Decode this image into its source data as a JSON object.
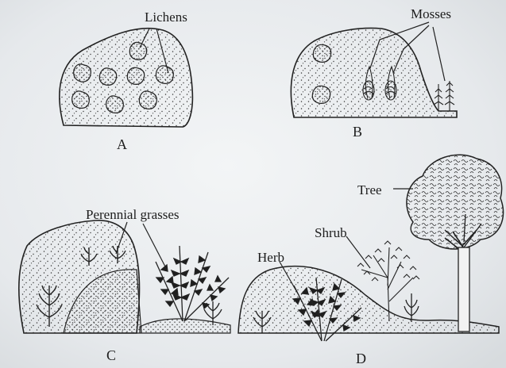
{
  "panels": {
    "a": {
      "letter": "A",
      "label": "Lichens"
    },
    "b": {
      "letter": "B",
      "label": "Mosses"
    },
    "c": {
      "letter": "C",
      "label": "Perennial grasses"
    },
    "d": {
      "letter": "D",
      "labels": {
        "tree": "Tree",
        "shrub": "Shrub",
        "herb": "Herb"
      }
    }
  }
}
